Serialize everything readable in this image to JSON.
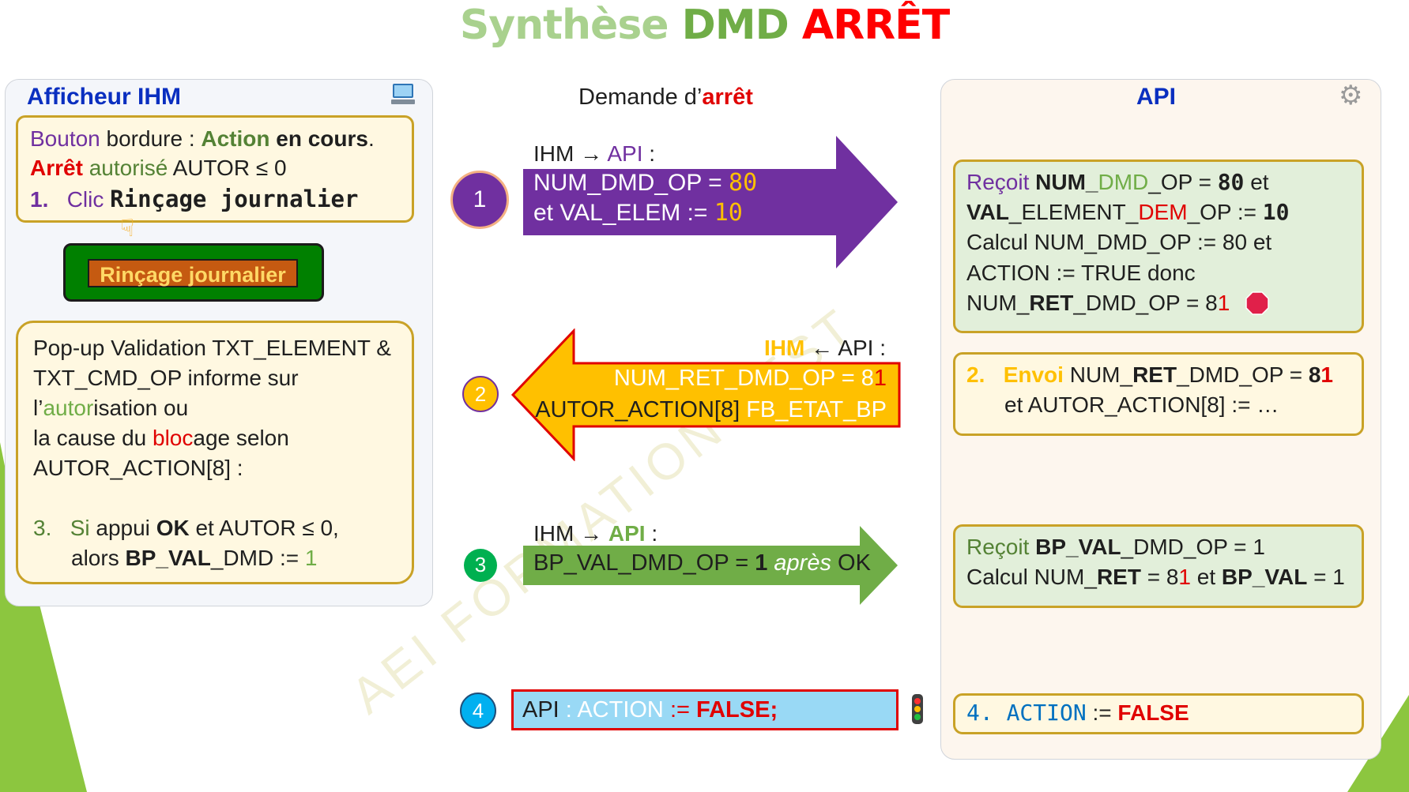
{
  "title": {
    "w1": "Synthèse",
    "w2": "DMD",
    "w3": "ARRÊT"
  },
  "watermark": "AEI     FORMATION     TEST",
  "left_panel": {
    "header": "Afficheur IHM",
    "box1": {
      "l1a": "Bouton",
      "l1b": " bordure : ",
      "l1c": "Action",
      "l1d": " en cours",
      "l1e": ".",
      "l2a": "Arrêt",
      "l2b": " autorisé",
      "l2c": " AUTOR ≤ 0",
      "l3num": "1.",
      "l3a": "Clic",
      "l3b": "Rinçage journalier"
    },
    "button_label": "Rinçage journalier",
    "box2": {
      "l1": "Pop-up Validation TXT_ELEMENT &",
      "l2": "TXT_CMD_OP informe sur",
      "l3a": "l’",
      "l3b": "autor",
      "l3c": "isation ou",
      "l4a": "la cause du ",
      "l4b": "bloc",
      "l4c": "age selon",
      "l5": "AUTOR_ACTION[8] :",
      "l6num": "3.",
      "l6a": "Si",
      "l6b": " appui ",
      "l6c": "OK",
      "l6d": " et AUTOR ≤ 0,",
      "l7a": "alors ",
      "l7b": "BP_VAL",
      "l7c": "_DMD := ",
      "l7d": "1"
    }
  },
  "middle": {
    "header_a": "Demande d’",
    "header_b": "arrêt",
    "step1": {
      "num": "1",
      "lab_a": "IHM → ",
      "lab_b": "API",
      "lab_c": " :",
      "l1a": "NUM_DMD_OP = ",
      "l1b": "80",
      "l2a": "et VAL_ELEM := ",
      "l2b": "10"
    },
    "step2": {
      "num": "2",
      "lab_a": "IHM",
      "lab_b": " ← API :",
      "l1a": "NUM_RET_DMD_OP = 8",
      "l1b": "1",
      "l2a": "AUTOR_ACTION[8] ",
      "l2b": "FB_ETAT_BP"
    },
    "step3": {
      "num": "3",
      "lab_a": "IHM → ",
      "lab_b": "API",
      "lab_c": " :",
      "l1a": "BP_VAL_DMD_OP = ",
      "l1b": "1",
      "l1c": " après",
      "l1d": " OK"
    },
    "step4": {
      "num": "4",
      "a": "API",
      "b": " : ACTION ",
      "c": ":= ",
      "d": "FALSE;"
    }
  },
  "right_panel": {
    "header": "API",
    "box1": {
      "l1a": "Reçoit ",
      "l1b": "NUM_",
      "l1c": "DMD",
      "l1d": "_OP = ",
      "l1e": "80",
      "l1f": " et",
      "l2a": "VAL",
      "l2b": "_ELEMENT_",
      "l2c": "DEM",
      "l2d": "_OP := ",
      "l2e": "10",
      "l3": "Calcul NUM_DMD_OP := 80 et",
      "l4": "ACTION := TRUE donc",
      "l5a": "NUM_",
      "l5b": "RET",
      "l5c": "_DMD_OP = 8",
      "l5d": "1"
    },
    "box2": {
      "num": "2.",
      "a": "Envoi",
      "b": " NUM_",
      "c": "RET",
      "d": "_DMD_OP = ",
      "e": "8",
      "f": "1",
      "l2": "et AUTOR_ACTION[8] := …"
    },
    "box3": {
      "l1a": "Reçoit ",
      "l1b": "BP_VAL",
      "l1c": "_DMD_OP = 1",
      "l2a": "Calcul NUM_",
      "l2b": "RET",
      "l2c": " = 8",
      "l2d": "1",
      "l2e": " et ",
      "l2f": "BP_VAL",
      "l2g": " = 1"
    },
    "box4": {
      "a": "4. ACTION",
      "b": " := ",
      "c": "FALSE"
    }
  },
  "colors": {
    "green": "#70ad47",
    "dark_green": "#548235",
    "red": "#e00000",
    "purple": "#7030a0",
    "orange": "#ffc000",
    "blue_title": "#0020c0",
    "cyan": "#00b0f0"
  }
}
